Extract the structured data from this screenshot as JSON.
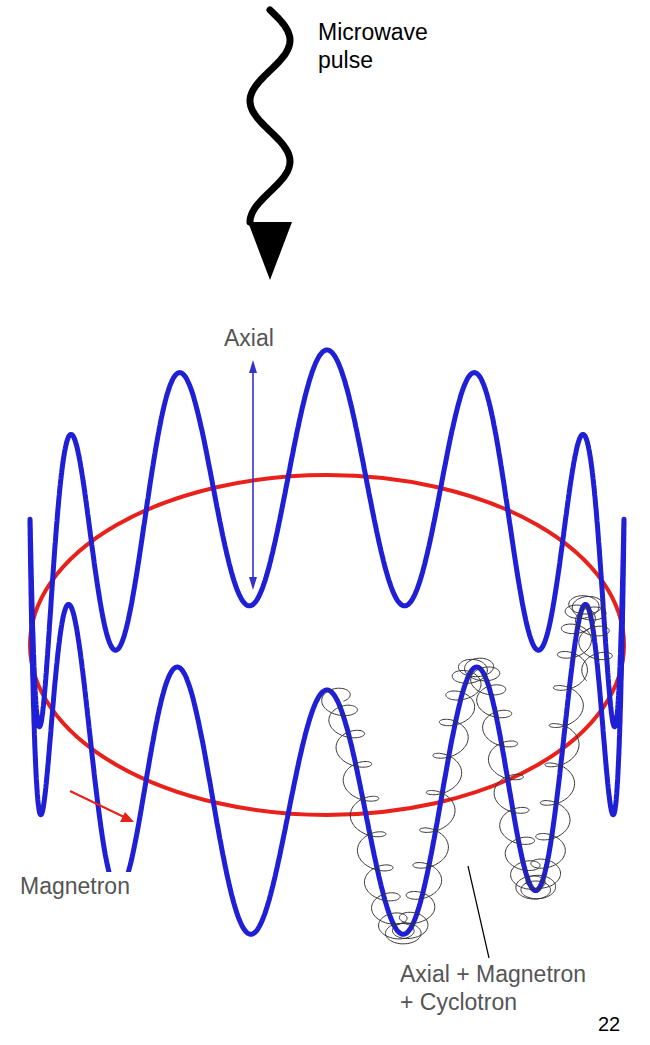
{
  "diagram": {
    "labels": [
      "Microwave pulse",
      "Axial",
      "Magnetron",
      "Axial + Magnetron + Cyclotron",
      "22"
    ]
  }
}
